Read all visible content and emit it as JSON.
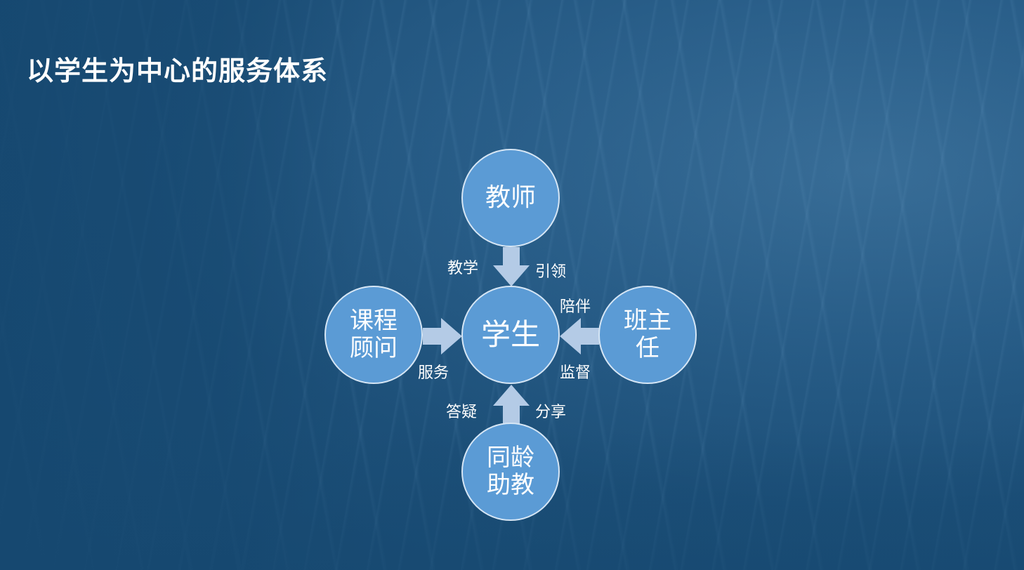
{
  "slide": {
    "title": "以学生为中心的服务体系"
  },
  "diagram": {
    "center": {
      "label": "学生"
    },
    "nodes": {
      "top": {
        "label": "教师",
        "labels": [
          "教学",
          "引领"
        ]
      },
      "left": {
        "label": "课程\n顾问",
        "labels": [
          "服务"
        ]
      },
      "right": {
        "label": "班主\n任",
        "labels": [
          "陪伴",
          "监督"
        ]
      },
      "bottom": {
        "label": "同龄\n助教",
        "labels": [
          "答疑",
          "分享"
        ]
      }
    },
    "colors": {
      "node_fill": "#5b9bd5",
      "node_border": "#d6e6f5",
      "arrow_fill": "#b4cbe6",
      "background": "#1c4f78"
    }
  }
}
